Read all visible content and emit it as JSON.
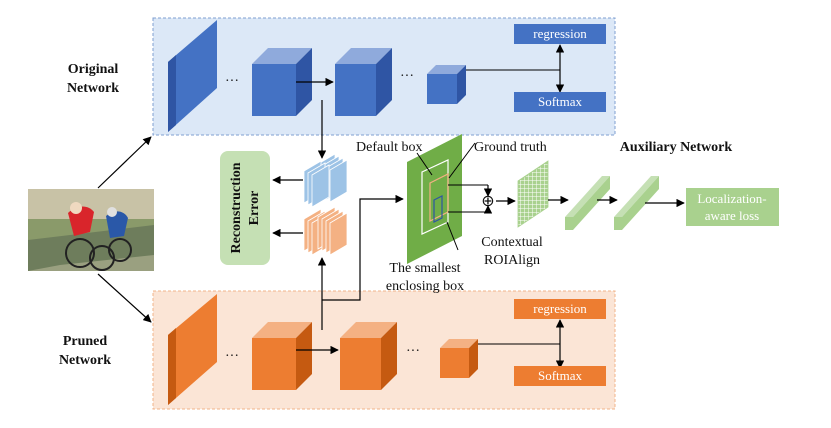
{
  "original_network": {
    "line1": "Original",
    "line2": "Network"
  },
  "pruned_network": {
    "line1": "Pruned",
    "line2": "Network"
  },
  "top_branch": {
    "regression": "regression",
    "softmax": "Softmax",
    "dots": "···"
  },
  "bottom_branch": {
    "regression": "regression",
    "softmax": "Softmax",
    "dots": "···"
  },
  "reconstruction_error": {
    "line1": "Reconstruction",
    "line2": "Error"
  },
  "roi": {
    "default_box": "Default box",
    "ground_truth": "Ground truth",
    "smallest_line1": "The smallest",
    "smallest_line2": "enclosing box",
    "contextual_line1": "Contextual",
    "contextual_line2": "ROIAlign",
    "plus_symbol": "⊕"
  },
  "auxiliary": {
    "title": "Auxiliary Network",
    "loss_line1": "Localization-",
    "loss_line2": "aware loss"
  },
  "colors": {
    "blue_dark": "#2f55a4",
    "blue": "#4472c4",
    "blue_light": "#7c9be0",
    "blue_panel": "#dce8f7",
    "orange_dark": "#c55a11",
    "orange": "#ed7d31",
    "orange_light": "#f4b183",
    "orange_panel": "#fbe5d6",
    "green": "#70ad47",
    "green_light": "#a9d18e",
    "green_pale": "#c5e0b4"
  }
}
